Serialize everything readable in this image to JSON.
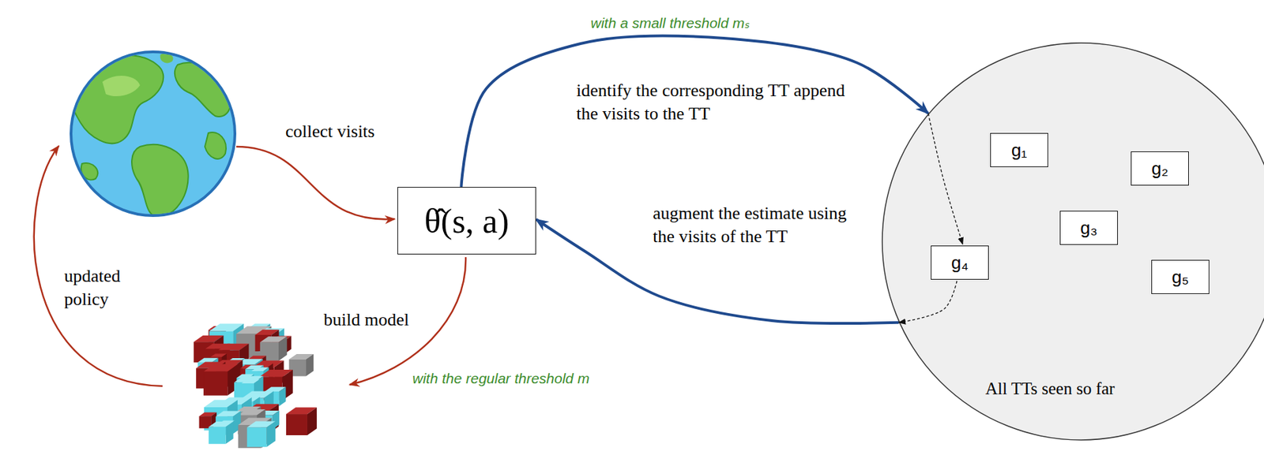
{
  "diagram": {
    "nodes": [
      {
        "text": [
          "θ̂(s, a)"
        ]
      },
      {
        "text": [
          "All TTs seen so far"
        ]
      },
      {
        "text": [
          "g₁"
        ],
        "in": 1
      },
      {
        "text": [
          "g₂"
        ],
        "in": 1
      },
      {
        "text": [
          "g₃"
        ],
        "in": 1
      },
      {
        "text": [
          "g₄"
        ],
        "in": 1
      },
      {
        "text": [
          "g₅"
        ],
        "in": 1
      }
    ],
    "edges": [
      {
        "from": 0,
        "to": 1,
        "arrow": "to",
        "label": "identify the corresponding TT append the visits to the TT"
      },
      {
        "from": 1,
        "to": 0,
        "arrow": "to",
        "label": "augment the estimate using the visits of the TT"
      }
    ],
    "labels": [
      "collect visits",
      "build model",
      "updated policy",
      "with the regular threshold m",
      "with a small threshold mₛ"
    ]
  }
}
